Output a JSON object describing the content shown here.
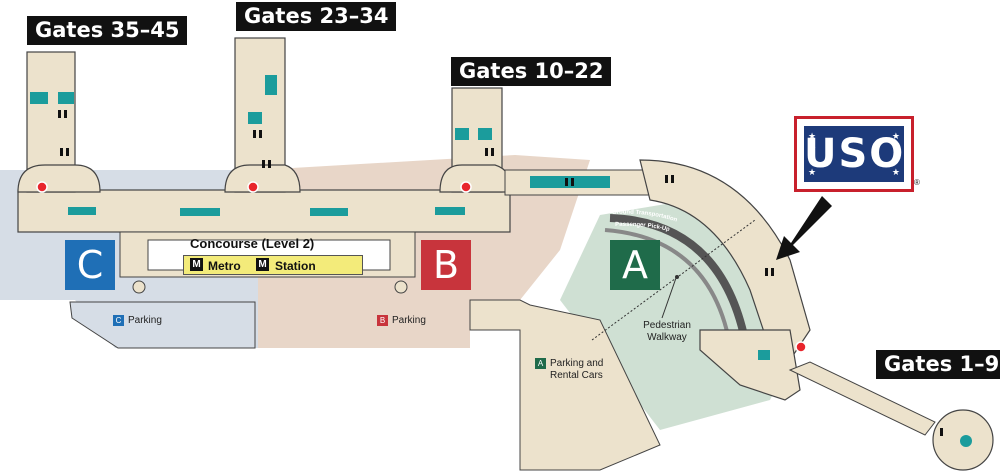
{
  "gate_labels": {
    "c": "Gates 35–45",
    "c2": "Gates 23–34",
    "b": "Gates 10–22",
    "a": "Gates 1–9"
  },
  "concourse": {
    "title": "Concourse (Level 2)",
    "metro": "Metro",
    "station": "Station",
    "metro_icon": "M"
  },
  "terminals": {
    "c_letter": "C",
    "b_letter": "B",
    "a_letter": "A"
  },
  "parking": {
    "c_badge": "C",
    "c_label": "Parking",
    "b_badge": "B",
    "b_label": "Parking",
    "a_badge": "A",
    "a_label": "Parking and\nRental Cars"
  },
  "walkway": {
    "label": "Pedestrian\nWalkway"
  },
  "ground_transport": {
    "line1": "Ground Transportation",
    "line2": "Passenger Pick-Up"
  },
  "uso": {
    "text": "USO",
    "registered": "®"
  },
  "colors": {
    "terminal_c": "#1f6fb6",
    "terminal_b": "#c8343c",
    "terminal_a": "#1f6b4a",
    "zone_c": "#d6dde6",
    "zone_b": "#e8d6c8",
    "zone_a": "#cfe0d3",
    "terminal_floor": "#ece2cc",
    "amenity_teal": "#1b9c9c",
    "uso_blue": "#1d3a7a",
    "uso_red": "#c8202c",
    "location_pin": "#e8252c"
  },
  "icons": [
    "restroom-icon",
    "escalator-icon",
    "elevator-icon",
    "info-icon",
    "location-pin-icon",
    "metro-icon",
    "arrow-icon"
  ]
}
